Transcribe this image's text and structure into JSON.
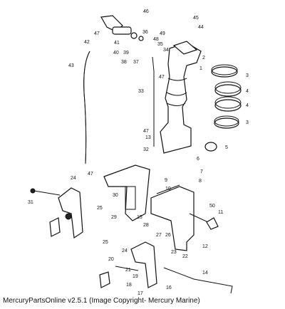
{
  "footer_text": "MercuryPartsOnline v2.5.1 (Image Copyright- Mercury Marine)",
  "callouts": {
    "c1": "1",
    "c2": "2",
    "c3a": "3",
    "c3b": "3",
    "c4a": "4",
    "c4b": "4",
    "c5": "5",
    "c6": "6",
    "c7": "7",
    "c8": "8",
    "c9": "9",
    "c10": "10",
    "c11": "11",
    "c12": "12",
    "c13": "13",
    "c14": "14",
    "c15": "15",
    "c16": "16",
    "c17": "17",
    "c18": "18",
    "c19": "19",
    "c20": "20",
    "c21": "21",
    "c22": "22",
    "c23": "23",
    "c24a": "24",
    "c24b": "24",
    "c25a": "25",
    "c25b": "25",
    "c26": "26",
    "c27": "27",
    "c28": "28",
    "c29": "29",
    "c30": "30",
    "c31": "31",
    "c32": "32",
    "c33": "33",
    "c34": "34",
    "c35": "35",
    "c36": "36",
    "c37": "37",
    "c38": "38",
    "c39": "39",
    "c40": "40",
    "c41": "41",
    "c42": "42",
    "c43": "43",
    "c44": "44",
    "c45": "45",
    "c46": "46",
    "c47a": "47",
    "c47b": "47",
    "c47c": "47",
    "c47d": "47",
    "c48": "48",
    "c49": "49",
    "c50": "50"
  }
}
